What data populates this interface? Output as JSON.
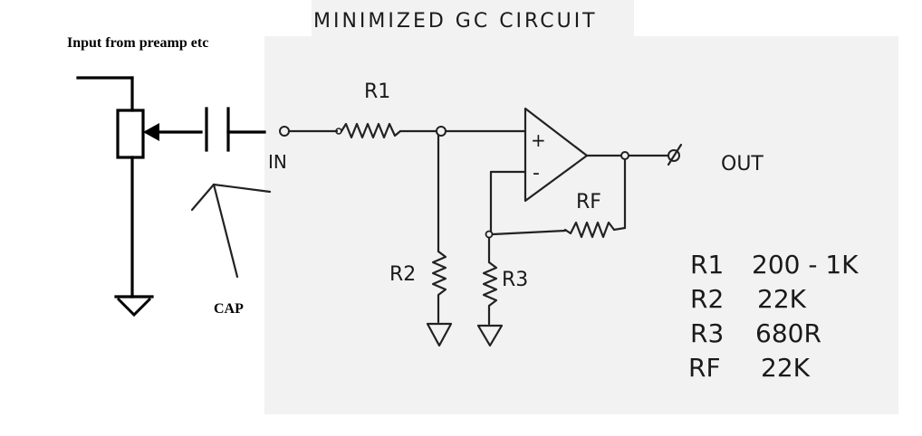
{
  "title": "MINIMIZED GC CIRCUIT",
  "input_label": "Input from preamp etc",
  "cap_label": "CAP",
  "in_label": "IN",
  "out_label": "OUT",
  "resistors": {
    "r1": "R1",
    "r2": "R2",
    "r3": "R3",
    "rf": "RF"
  },
  "opamp": {
    "plus": "+",
    "minus": "-"
  },
  "values_table": [
    {
      "name": "R1",
      "value": "200 - 1K"
    },
    {
      "name": "R2",
      "value": "22K"
    },
    {
      "name": "R3",
      "value": "680R"
    },
    {
      "name": "RF",
      "value": "22K"
    }
  ]
}
